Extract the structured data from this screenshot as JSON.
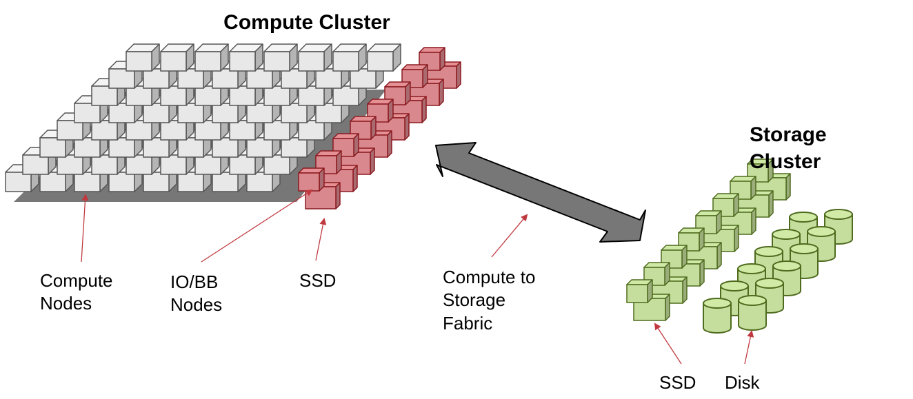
{
  "titles": {
    "compute_cluster": "Compute Cluster",
    "storage_cluster_line1": "Storage",
    "storage_cluster_line2": "Cluster"
  },
  "labels": {
    "compute_nodes": [
      "Compute",
      "Nodes"
    ],
    "io_bb_nodes": [
      "IO/BB",
      "Nodes"
    ],
    "ssd_compute": "SSD",
    "fabric": [
      "Compute to",
      "Storage",
      "Fabric"
    ],
    "ssd_storage": "SSD",
    "disk": "Disk"
  },
  "colors": {
    "compute_fill": "#e8e8e8",
    "compute_stroke": "#555555",
    "io_fill": "#d9898e",
    "io_stroke": "#8b1a20",
    "ssd_fill": "#c5de9e",
    "ssd_stroke": "#4f6b1e",
    "disk_fill": "#c5de9e",
    "disk_stroke": "#4f6b1e",
    "platform_fill": "#777777",
    "fabric_arrow_fill": "#777777",
    "fabric_arrow_stroke": "#000000",
    "pointer_line": "#c0393f"
  },
  "components": {
    "compute_node_rows": 8,
    "compute_nodes_per_row": 8,
    "io_node_count": 8,
    "storage_ssd_count": 8,
    "disk_columns": 2,
    "disks_per_column": 6
  }
}
